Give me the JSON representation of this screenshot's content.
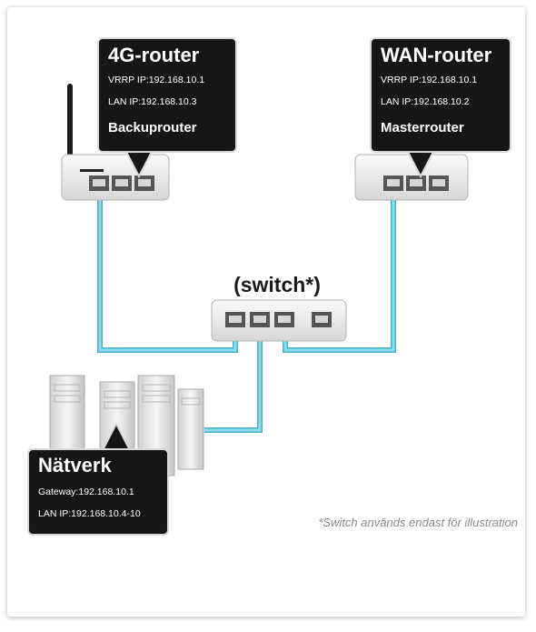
{
  "colors": {
    "cable": "#5bc7dd",
    "label_bg": "#161616",
    "label_text": "#ffffff"
  },
  "router_4g": {
    "title": "4G-router",
    "vrrp_ip": "VRRP IP:192.168.10.1",
    "lan_ip": "LAN IP:192.168.10.3",
    "role": "Backuprouter"
  },
  "router_wan": {
    "title": "WAN-router",
    "vrrp_ip": "VRRP IP:192.168.10.1",
    "lan_ip": "LAN IP:192.168.10.2",
    "role": "Masterrouter"
  },
  "switch": {
    "label": "(switch*)"
  },
  "network": {
    "title": "Nätverk",
    "gateway": "Gateway:192.168.10.1",
    "lan_ip": "LAN IP:192.168.10.4-10"
  },
  "footnote": "*Switch används endast för illustration"
}
